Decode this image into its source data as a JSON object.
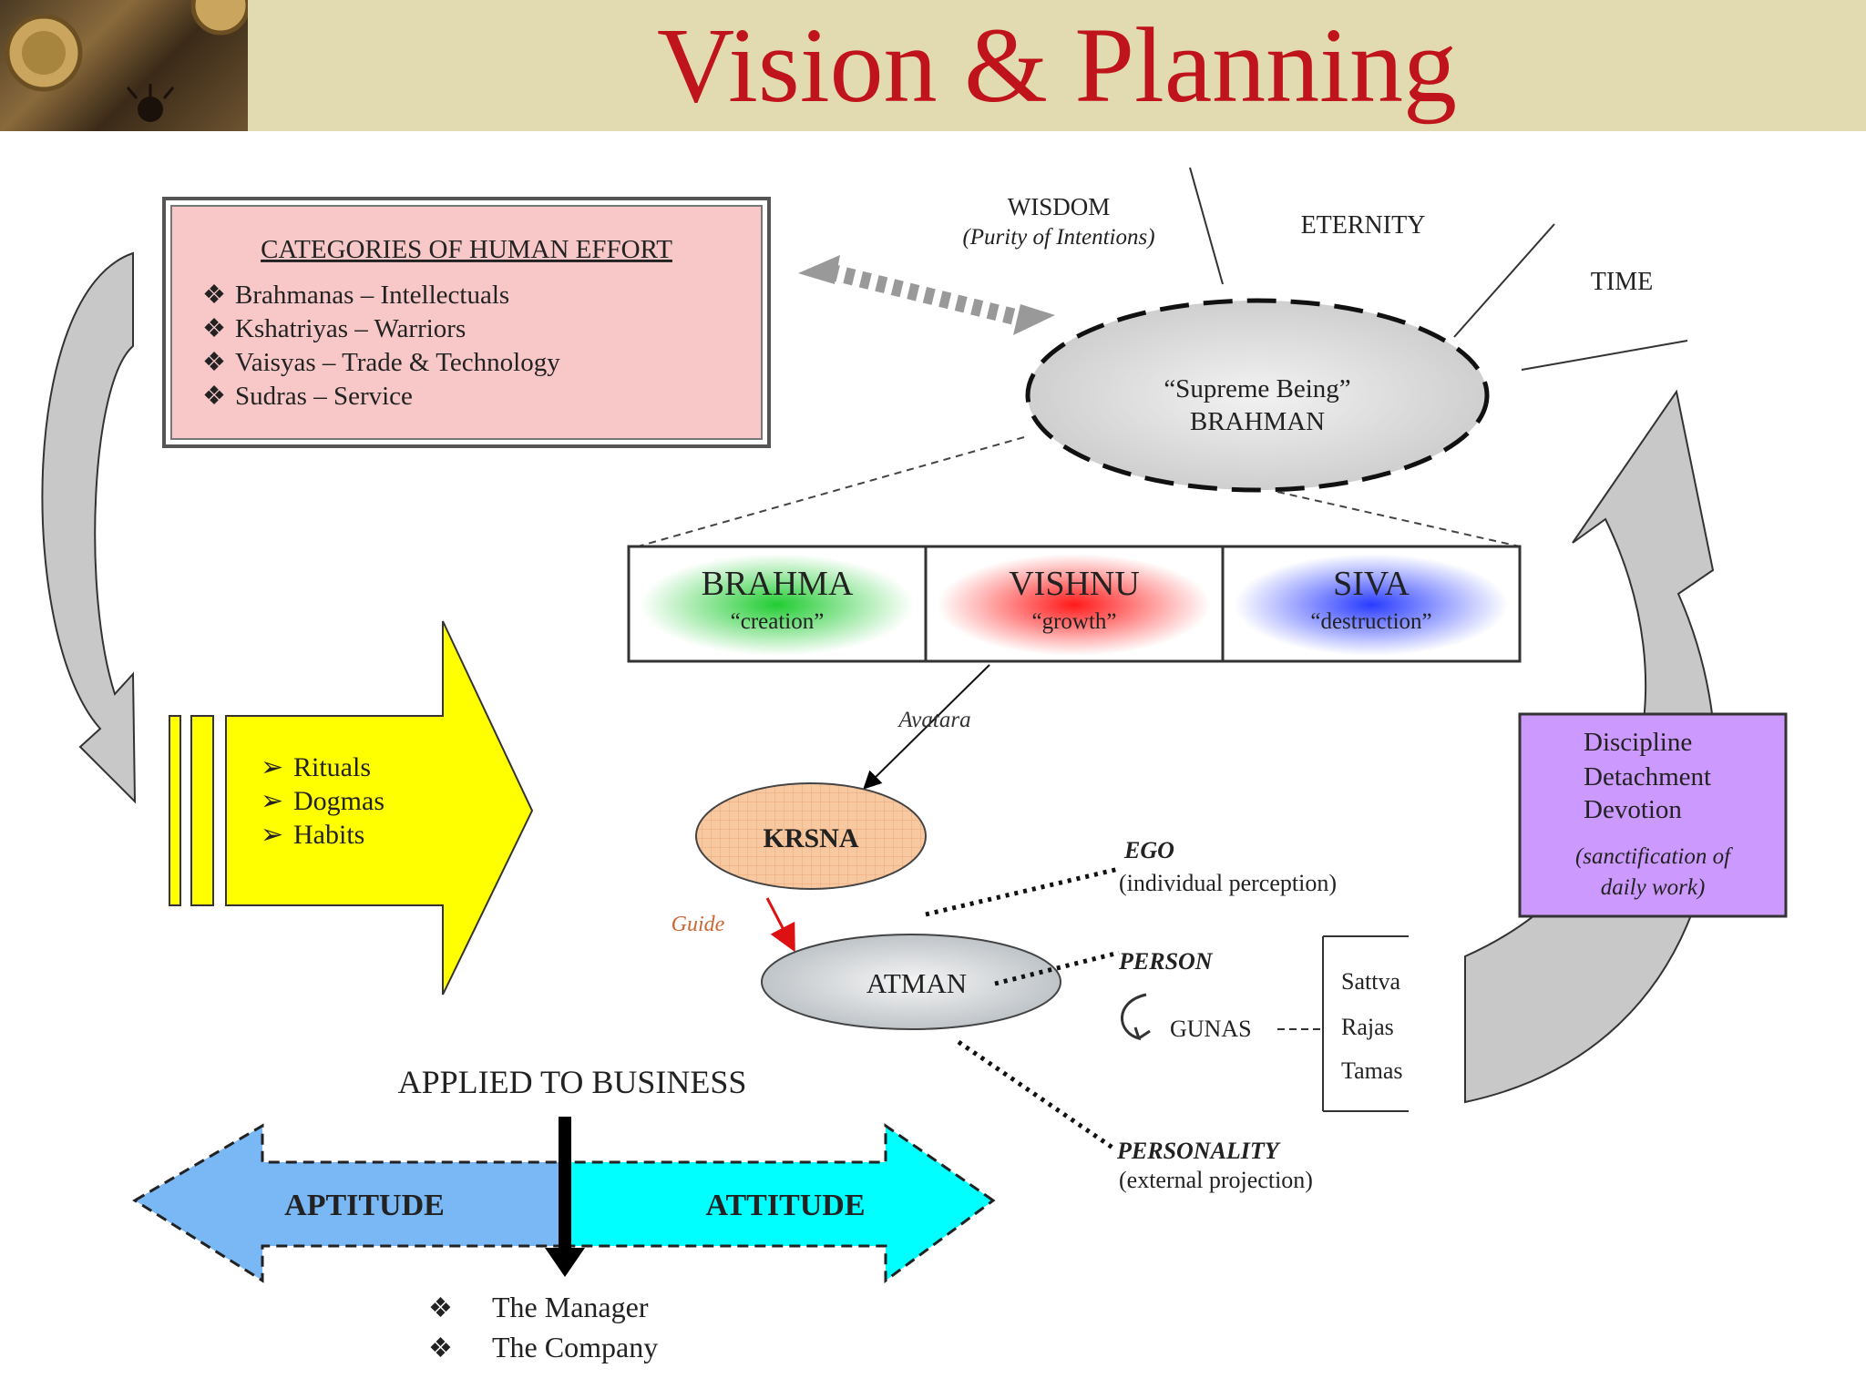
{
  "title": "Vision & Planning",
  "categories": {
    "heading": "CATEGORIES OF HUMAN EFFORT",
    "items": [
      "Brahmanas – Intellectuals",
      "Kshatriyas – Warriors",
      "Vaisyas – Trade & Technology",
      "Sudras – Service"
    ]
  },
  "wisdom": {
    "label": "WISDOM",
    "sub": "(Purity of Intentions)"
  },
  "eternity": "ETERNITY",
  "time": "TIME",
  "brahman": {
    "line1": "“Supreme Being”",
    "line2": "BRAHMAN"
  },
  "trinity": [
    {
      "name": "BRAHMA",
      "role": "“creation”",
      "color": "#22cc33"
    },
    {
      "name": "VISHNU",
      "role": "“growth”",
      "color": "#ff1a1a"
    },
    {
      "name": "SIVA",
      "role": "“destruction”",
      "color": "#2a3cff"
    }
  ],
  "avatara": "Avatara",
  "krsna": "KRSNA",
  "guide": "Guide",
  "atman": "ATMAN",
  "ego": {
    "label": "EGO",
    "sub": "(individual perception)"
  },
  "person": "PERSON",
  "gunas": {
    "label": "GUNAS",
    "items": [
      "Sattva",
      "Rajas",
      "Tamas"
    ]
  },
  "personality": {
    "label": "PERSONALITY",
    "sub": "(external projection)"
  },
  "rituals": [
    "Rituals",
    "Dogmas",
    "Habits"
  ],
  "discipline": {
    "items": [
      "Discipline",
      "Detachment",
      "Devotion"
    ],
    "sub1": "(sanctification of",
    "sub2": "daily work)"
  },
  "applied": "APPLIED TO BUSINESS",
  "aptitude": "APTITUDE",
  "attitude": "ATTITUDE",
  "business_items": [
    "The Manager",
    "The Company"
  ],
  "colors": {
    "title": "#c0141c",
    "categories_bg": "#f8c8c8",
    "yellow_arrow": "#ffff00",
    "discipline_bg": "#cc99ff",
    "aptitude": "#7ab8f5",
    "attitude": "#00ffff",
    "krsna": "#f8c8a0",
    "guide": "#cc6633"
  }
}
